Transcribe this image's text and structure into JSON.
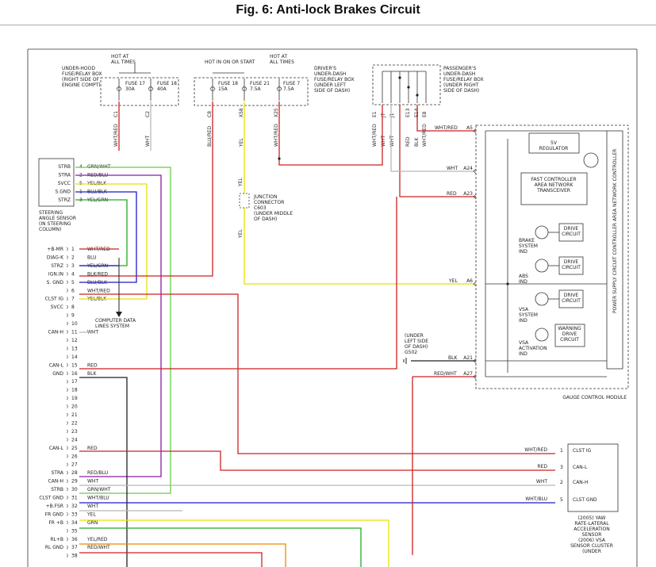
{
  "title": "Fig. 6: Anti-lock Brakes Circuit",
  "colors": {
    "red": "#cc2222",
    "yellow": "#e8e000",
    "green": "#22aa22",
    "purple": "#8a1aa8",
    "blue": "#1a1ac8",
    "gray": "#b8b8b8",
    "black": "#222222",
    "lightgreen": "#66cc44",
    "orange": "#ee8800"
  },
  "boxes": {
    "underhood_lines": [
      "UNDER-HOOD",
      "FUSE/RELAY BOX",
      "(RIGHT SIDE OF",
      "ENGINE COMPT)"
    ],
    "underhood_hot": [
      "HOT AT",
      "ALL TIMES"
    ],
    "fuse17": [
      "FUSE 17",
      "30A"
    ],
    "fuse18a": [
      "FUSE 18",
      "40A"
    ],
    "driver_lines": [
      "DRIVER'S",
      "UNDER-DASH",
      "FUSE/RELAY BOX",
      "(UNDER LEFT",
      "SIDE OF DASH)"
    ],
    "driver_hot1": "HOT IN ON OR START",
    "driver_hot2": [
      "HOT AT",
      "ALL TIMES"
    ],
    "fuse18b": [
      "FUSE 18",
      "15A"
    ],
    "fuse21": [
      "FUSE 21",
      "7.5A"
    ],
    "fuse7": [
      "FUSE 7",
      "7.5A"
    ],
    "passenger_lines": [
      "PASSENGER'S",
      "UNDER-DASH",
      "FUSE/RELAY BOX",
      "(UNDER RIGHT",
      "SIDE OF DASH)"
    ],
    "steering_lines": [
      "STEERING",
      "ANGLE SENSOR",
      "(IN STEERING",
      "COLUMN)"
    ],
    "junction_lines": [
      "JUNCTION",
      "CONNECTOR",
      "C603",
      "(UNDER MIDDLE",
      "OF DASH)"
    ],
    "ground_lines": [
      "(UNDER",
      "LEFT SIDE",
      "OF DASH)",
      "G502"
    ],
    "computer_lines": [
      "COMPUTER DATA",
      "LINES SYSTEM"
    ],
    "gauge_label": "GAUGE CONTROL MODULE",
    "regulator": [
      "5V",
      "REGULATOR"
    ],
    "fastcan": [
      "FAST CONTROLLER",
      "AREA NETWORK",
      "TRANSCEIVER"
    ],
    "drive": [
      "DRIVE",
      "CIRCUIT"
    ],
    "warning": [
      "WARNING",
      "DRIVE",
      "CIRCUIT"
    ],
    "brake_ind": [
      "BRAKE",
      "SYSTEM",
      "IND"
    ],
    "abs_ind": [
      "ABS",
      "IND"
    ],
    "vsa_ind": [
      "VSA",
      "SYSTEM",
      "IND"
    ],
    "vsa_act": [
      "VSA",
      "ACTIVATION",
      "IND"
    ],
    "power_supply": "POWER SUPPLY CIRCUIT CONTROLLER AREA NETWORK CONTROLLER",
    "sensor_lines": [
      "(2005)  YAW",
      "RATE-LATERAL",
      "ACCELERATION",
      "SENSOR",
      "(2006)  VSA",
      "SENSOR CLUSTER",
      "(UNDER"
    ]
  },
  "fuse_pins": [
    "C1",
    "C2",
    "C8",
    "X58",
    "X25",
    "E1",
    "J7",
    "J1",
    "E13",
    "E14",
    "E8"
  ],
  "fuse_wires": [
    "WHT/RED",
    "WHT",
    "BLU/RED",
    "YEL",
    "WHT/RED",
    "WHT/RED",
    "WHT",
    "WHT",
    "RED",
    "BLK",
    "WHT/RED"
  ],
  "wire_labels": {
    "yel_vertical": "YEL",
    "whtred_a5": "WHT/RED",
    "wht_a24": "WHT",
    "red_a23": "RED",
    "yel_a6": "YEL",
    "blk_a21": "BLK",
    "redwht_a27": "RED/WHT"
  },
  "gcm_pins": [
    "A5",
    "A24",
    "A23",
    "A6",
    "A21",
    "A27"
  ],
  "steering_pins": [
    {
      "name": "STRB",
      "num": "4",
      "wire": "GRN/WHT"
    },
    {
      "name": "STRA",
      "num": "2",
      "wire": "RED/BLU"
    },
    {
      "name": "SVCC",
      "num": "5",
      "wire": "YEL/BLK"
    },
    {
      "name": "S.GND",
      "num": "1",
      "wire": "BLU/BLK"
    },
    {
      "name": "STRZ",
      "num": "3",
      "wire": "YEL/GRN"
    }
  ],
  "module_pins": [
    {
      "n": "1",
      "name": "+B-MR",
      "wire": "WHT/RED"
    },
    {
      "n": "2",
      "name": "DIAG-K",
      "wire": "BLU"
    },
    {
      "n": "3",
      "name": "STRZ",
      "wire": "YEL/GRN"
    },
    {
      "n": "4",
      "name": "IGN.IN",
      "wire": "BLK/RED"
    },
    {
      "n": "5",
      "name": "S. GND",
      "wire": "BLU/BLK"
    },
    {
      "n": "6",
      "name": "",
      "wire": "WHT/RED"
    },
    {
      "n": "7",
      "name": "CLST IG",
      "wire": "YEL/BLK"
    },
    {
      "n": "8",
      "name": "SVCC",
      "wire": ""
    },
    {
      "n": "9",
      "name": "",
      "wire": ""
    },
    {
      "n": "10",
      "name": "",
      "wire": ""
    },
    {
      "n": "11",
      "name": "CAN-H",
      "wire": "WHT"
    },
    {
      "n": "12",
      "name": "",
      "wire": ""
    },
    {
      "n": "13",
      "name": "",
      "wire": ""
    },
    {
      "n": "14",
      "name": "",
      "wire": ""
    },
    {
      "n": "15",
      "name": "CAN-L",
      "wire": "RED"
    },
    {
      "n": "16",
      "name": "GND",
      "wire": "BLK"
    },
    {
      "n": "17",
      "name": "",
      "wire": ""
    },
    {
      "n": "18",
      "name": "",
      "wire": ""
    },
    {
      "n": "19",
      "name": "",
      "wire": ""
    },
    {
      "n": "20",
      "name": "",
      "wire": ""
    },
    {
      "n": "21",
      "name": "",
      "wire": ""
    },
    {
      "n": "22",
      "name": "",
      "wire": ""
    },
    {
      "n": "23",
      "name": "",
      "wire": ""
    },
    {
      "n": "24",
      "name": "",
      "wire": ""
    },
    {
      "n": "25",
      "name": "CAN-L",
      "wire": "RED"
    },
    {
      "n": "26",
      "name": "",
      "wire": ""
    },
    {
      "n": "27",
      "name": "",
      "wire": ""
    },
    {
      "n": "28",
      "name": "STRA",
      "wire": "RED/BLU"
    },
    {
      "n": "29",
      "name": "CAN-H",
      "wire": "WHT"
    },
    {
      "n": "30",
      "name": "STRB",
      "wire": "GRN/WHT"
    },
    {
      "n": "31",
      "name": "CLST GND",
      "wire": "WHT/BLU"
    },
    {
      "n": "32",
      "name": "+B.FSR",
      "wire": "WHT"
    },
    {
      "n": "33",
      "name": "FR GND",
      "wire": "YEL"
    },
    {
      "n": "34",
      "name": "FR +B",
      "wire": "GRN"
    },
    {
      "n": "35",
      "name": "",
      "wire": ""
    },
    {
      "n": "36",
      "name": "RL+B",
      "wire": "YEL/RED"
    },
    {
      "n": "37",
      "name": "RL GND",
      "wire": "RED/WHT"
    },
    {
      "n": "38",
      "name": "",
      "wire": ""
    }
  ],
  "sensor_pins": [
    {
      "wire": "WHT/RED",
      "num": "1",
      "name": "CLST IG"
    },
    {
      "wire": "RED",
      "num": "3",
      "name": "CAN-L"
    },
    {
      "wire": "WHT",
      "num": "2",
      "name": "CAN-H"
    },
    {
      "wire": "WHT/BLU",
      "num": "5",
      "name": "CLST GND"
    }
  ]
}
